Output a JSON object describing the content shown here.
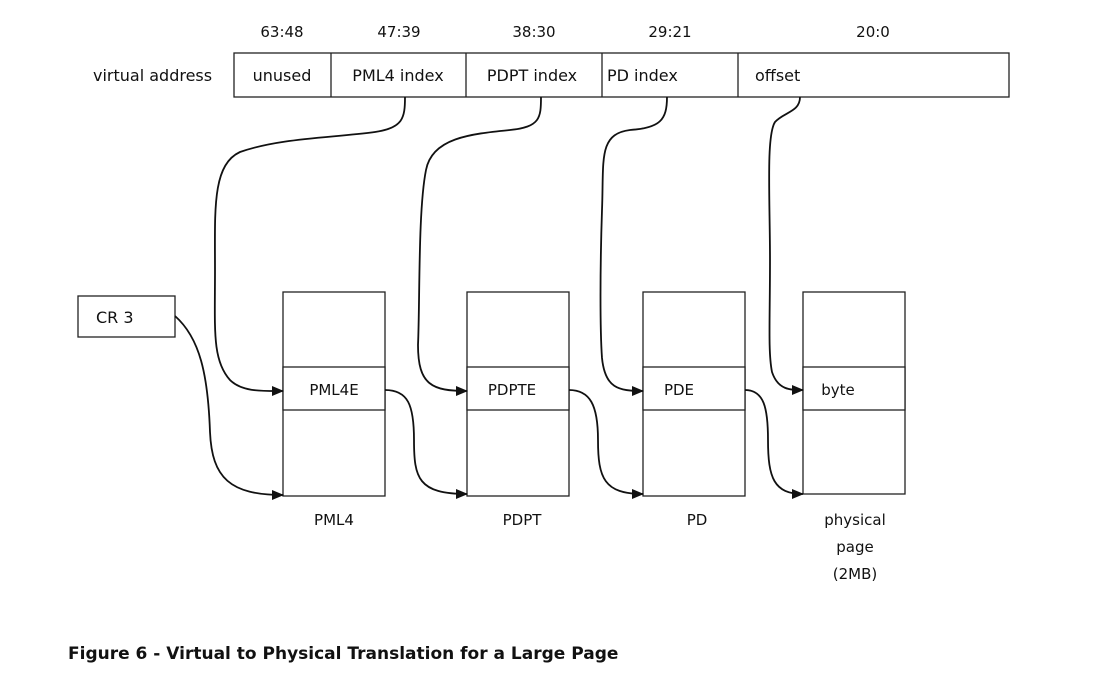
{
  "virtual_address": {
    "label": "virtual address",
    "fields": [
      {
        "bits": "63:48",
        "name": "unused"
      },
      {
        "bits": "47:39",
        "name": "PML4 index"
      },
      {
        "bits": "38:30",
        "name": "PDPT index"
      },
      {
        "bits": "29:21",
        "name": "PD index"
      },
      {
        "bits": "20:0",
        "name": "offset"
      }
    ]
  },
  "register": {
    "name": "CR 3"
  },
  "tables": [
    {
      "name": "PML4",
      "entry": "PML4E"
    },
    {
      "name": "PDPT",
      "entry": "PDPTE"
    },
    {
      "name": "PD",
      "entry": "PDE"
    },
    {
      "name_lines": [
        "physical",
        "page",
        "(2MB)"
      ],
      "entry": "byte"
    }
  ],
  "caption": "Figure 6 - Virtual to Physical Translation for a Large Page"
}
